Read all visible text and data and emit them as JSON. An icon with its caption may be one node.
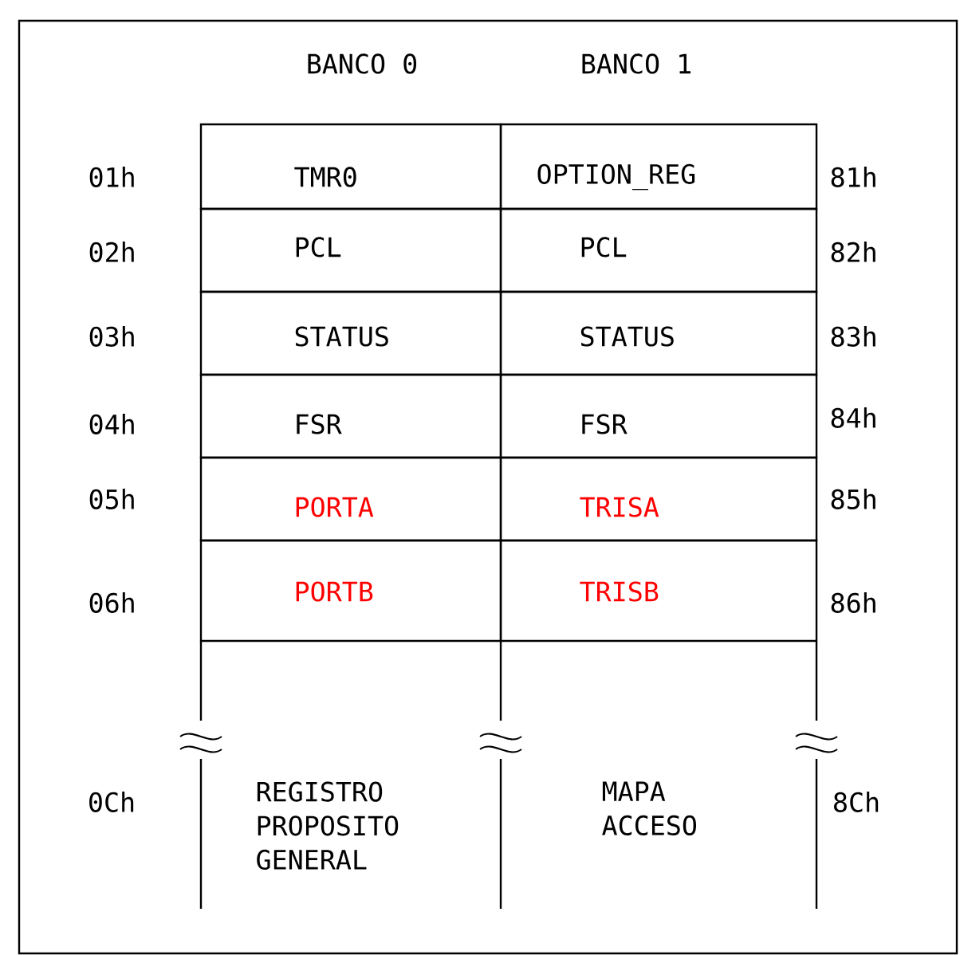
{
  "diagram": {
    "nodes": [
      {
        "text": [
          "TMR0"
        ],
        "beside": [
          "01h"
        ]
      },
      {
        "text": [
          "OPTION_REG"
        ],
        "beside": [
          "81h"
        ]
      },
      {
        "text": [
          "PCL"
        ],
        "beside": [
          "02h"
        ]
      },
      {
        "text": [
          "PCL"
        ],
        "beside": [
          "82h"
        ]
      },
      {
        "text": [
          "STATUS"
        ],
        "beside": [
          "03h"
        ]
      },
      {
        "text": [
          "STATUS"
        ],
        "beside": [
          "83h"
        ]
      },
      {
        "text": [
          "FSR"
        ],
        "beside": [
          "04h"
        ]
      },
      {
        "text": [
          "FSR"
        ],
        "beside": [
          "84h"
        ]
      },
      {
        "text": [
          "PORTA"
        ],
        "beside": [
          "05h"
        ]
      },
      {
        "text": [
          "TRISA"
        ],
        "beside": [
          "85h"
        ]
      },
      {
        "text": [
          "PORTB"
        ],
        "beside": [
          "06h"
        ]
      },
      {
        "text": [
          "TRISB"
        ],
        "beside": [
          "86h"
        ]
      },
      {
        "text": [
          "REGISTRO PROPOSITO GENERAL"
        ]
      },
      {
        "text": [
          "MAPA ACCESO"
        ]
      }
    ],
    "labels": [
      "BANCO 0",
      "BANCO 1",
      "0Ch",
      "8Ch"
    ]
  }
}
